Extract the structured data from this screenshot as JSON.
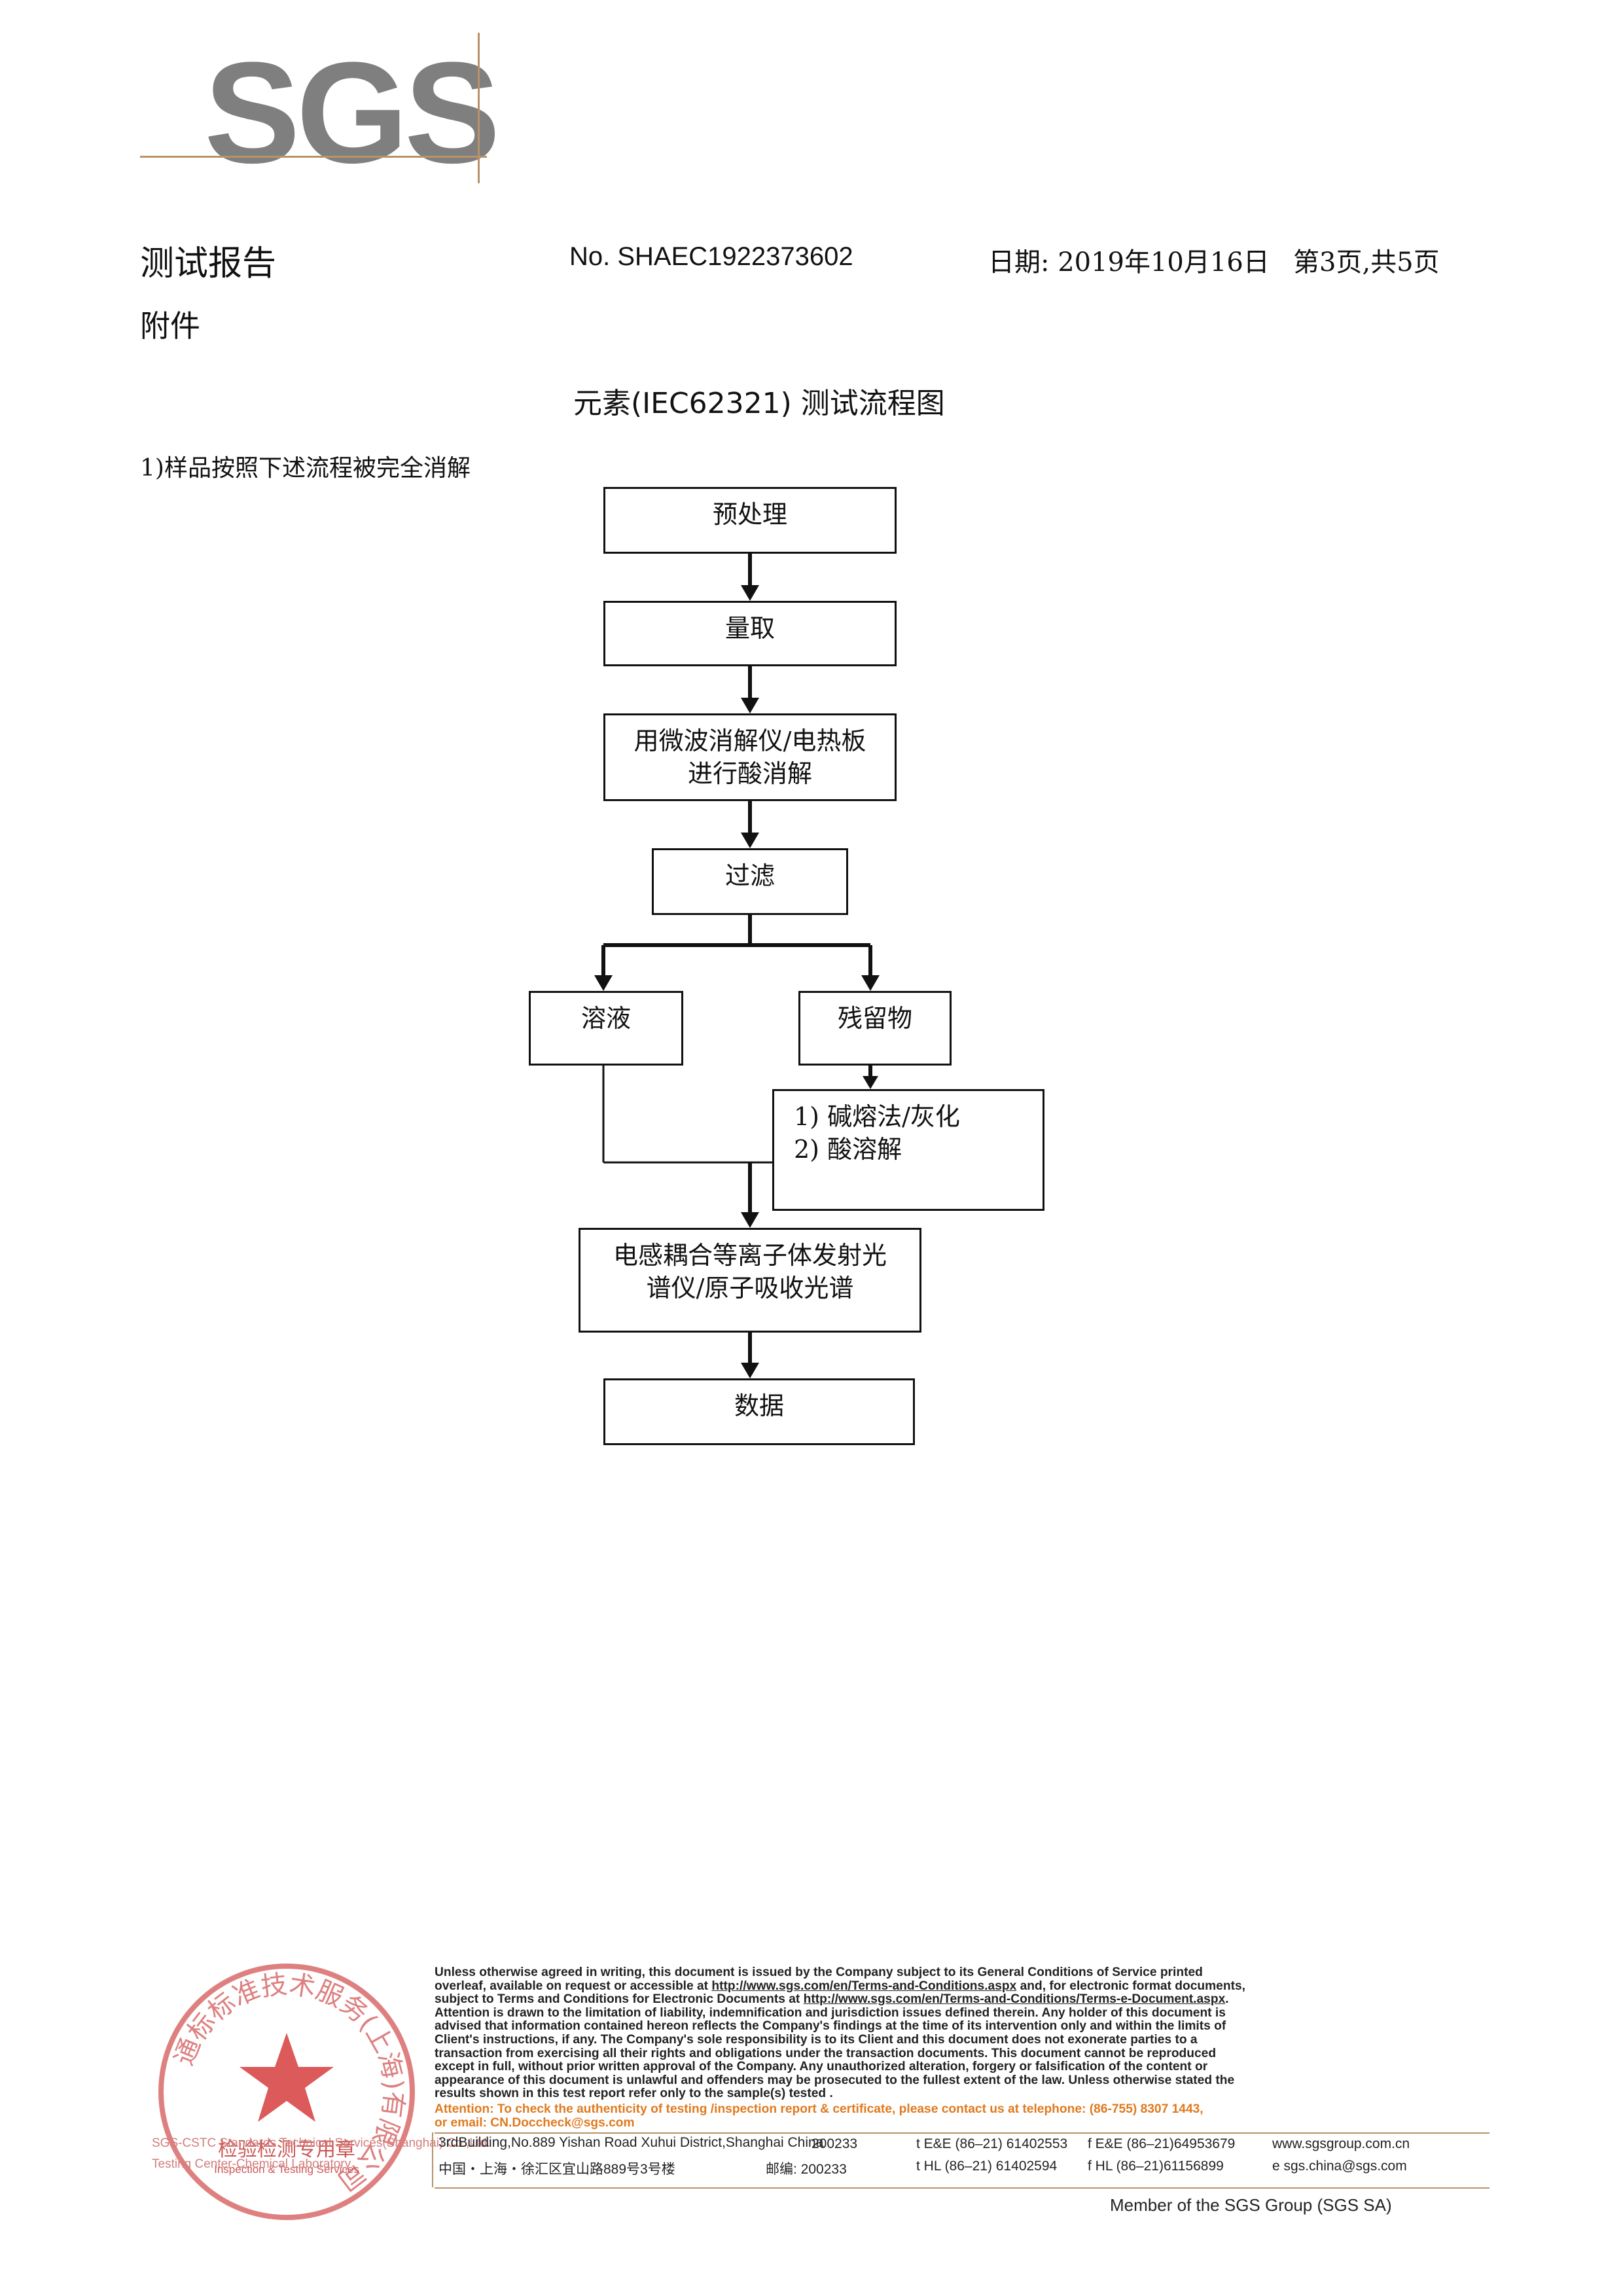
{
  "logo": {
    "text": "SGS"
  },
  "header": {
    "report_title": "测试报告",
    "report_no": "No. SHAEC1922373602",
    "date": "日期: 2019年10月16日",
    "page": "第3页,共5页",
    "attachment": "附件"
  },
  "title": "元素(IEC62321) 测试流程图",
  "intro": "1)样品按照下述流程被完全消解",
  "flow": {
    "pretreatment": "预处理",
    "measure": "量取",
    "digest_line1": "用微波消解仪/电热板",
    "digest_line2": "进行酸消解",
    "filter": "过滤",
    "solution": "溶液",
    "residue": "残留物",
    "residue_step1": "1) 碱熔法/灰化",
    "residue_step2": "2) 酸溶解",
    "icp_line1": "电感耦合等离子体发射光",
    "icp_line2": "谱仪/原子吸收光谱",
    "data": "数据"
  },
  "footer": {
    "legal_1": "Unless otherwise agreed in writing, this document is issued by the Company subject to its General Conditions of Service printed",
    "legal_2a": "overleaf, available on request or accessible at ",
    "legal_2_link": "http://www.sgs.com/en/Terms-and-Conditions.aspx",
    "legal_2b": " and, for electronic format documents,",
    "legal_3a": "subject to Terms and Conditions for Electronic Documents at ",
    "legal_3_link": "http://www.sgs.com/en/Terms-and-Conditions/Terms-e-Document.aspx",
    "legal_3b": ".",
    "legal_4": "Attention is drawn to the limitation of liability, indemnification and jurisdiction issues defined therein. Any holder of this document is",
    "legal_5": "advised that information contained hereon reflects the Company's findings at the time of its intervention only and within the limits of",
    "legal_6": "Client's instructions, if any. The Company's sole responsibility is to its Client and this document does not exonerate parties to a",
    "legal_7": "transaction from exercising all their rights and obligations under the transaction documents. This document cannot be reproduced",
    "legal_8": "except in full, without prior written approval of the Company. Any unauthorized alteration, forgery or falsification of the content or",
    "legal_9": "appearance of this document is unlawful and offenders may be prosecuted to the fullest extent of the law. Unless otherwise stated the",
    "legal_10": "results shown in this test report refer only to the sample(s) tested .",
    "attention_1": "Attention: To check the authenticity of testing /inspection report & certificate, please contact us at telephone: (86-755) 8307 1443,",
    "attention_2": "or email: CN.Doccheck@sgs.com",
    "address_en": "3rdBuilding,No.889 Yishan Road Xuhui District,Shanghai China",
    "postcode_en": "200233",
    "tel_ee": "t E&E (86–21) 61402553",
    "fax_ee": "f E&E (86–21)64953679",
    "web": "www.sgsgroup.com.cn",
    "address_cn": "中国・上海・徐汇区宜山路889号3号楼",
    "postcode_cn": "邮编: 200233",
    "tel_hl": "t HL (86–21) 61402594",
    "fax_hl": "f HL (86–21)61156899",
    "email": "e  sgs.china@sgs.com",
    "member": "Member of the SGS Group (SGS SA)"
  },
  "stamp": {
    "ring_text": "通标标准技术服务(上海)有限公司",
    "center_cn": "检验检测专用章",
    "center_en": "Inspection & Testing Services",
    "caption_1": "SGS-CSTC Standards Technical Services(Shanghai) Co.,Ltd.",
    "caption_2": "Testing Center-Chemical Laboratory"
  }
}
